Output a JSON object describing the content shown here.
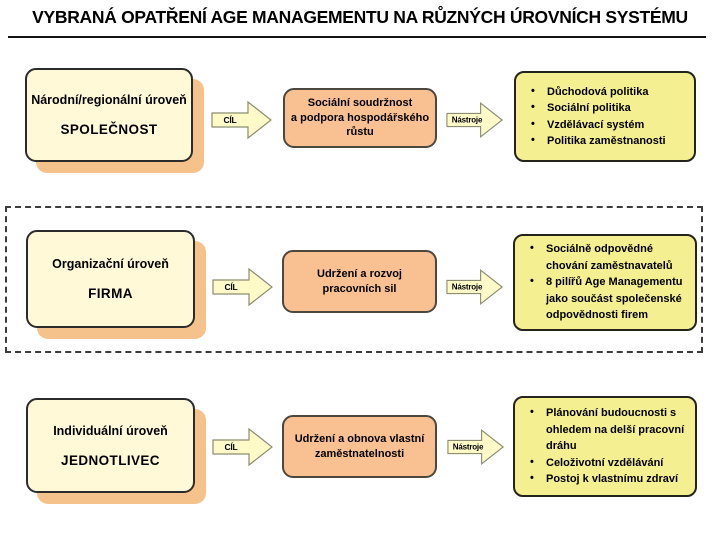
{
  "slide": {
    "title": "VYBRANÁ OPATŘENÍ AGE MANAGEMENTU NA RŮZNÝCH ÚROVNÍCH SYSTÉMU"
  },
  "colors": {
    "level_box_bg": "#FFF9D8",
    "level_box_shadow": "#F6C28C",
    "goal_box_bg": "#F9C091",
    "tools_box_bg": "#F4EF90",
    "arrow_bg": "#FFFBC9",
    "outline": "#2B2B2B"
  },
  "rows": [
    {
      "level_line1": "Národní/regionální úroveň",
      "level_line2": "SPOLEČNOST",
      "cil_label": "CÍL",
      "nastroje_label": "Nástroje",
      "goal_lines": [
        "Sociální soudržnost",
        "a podpora hospodářského",
        "růstu"
      ],
      "tools": [
        "Důchodová politika",
        "Sociální politika",
        "Vzdělávací systém",
        "Politika zaměstnanosti"
      ]
    },
    {
      "level_line1": "Organizační úroveň",
      "level_line2": "FIRMA",
      "cil_label": "CÍL",
      "nastroje_label": "Nástroje",
      "goal_lines": [
        "Udržení a rozvoj",
        "pracovních sil"
      ],
      "tools": [
        "Sociálně odpovědné chování zaměstnavatelů",
        "8 pilířů Age Managementu jako součást společenské odpovědnosti firem"
      ]
    },
    {
      "level_line1": "Individuální úroveň",
      "level_line2": "JEDNOTLIVEC",
      "cil_label": "CÍL",
      "nastroje_label": "Nástroje",
      "goal_lines": [
        "Udržení a obnova vlastní",
        "zaměstnatelnosti"
      ],
      "tools": [
        "Plánování budoucnosti s ohledem na delší pracovní dráhu",
        "Celoživotní vzdělávání",
        "Postoj k vlastnímu zdraví"
      ]
    }
  ]
}
